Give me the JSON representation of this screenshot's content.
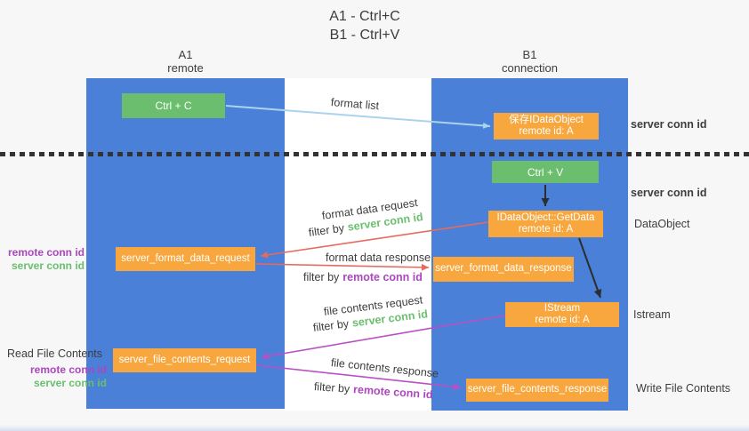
{
  "title": {
    "line1": "A1 - Ctrl+C",
    "line2": "B1 - Ctrl+V"
  },
  "lanes": {
    "left": {
      "name": "A1",
      "role": "remote"
    },
    "right": {
      "name": "B1",
      "role": "connection"
    }
  },
  "nodes": {
    "ctrl_c": {
      "label": "Ctrl + C"
    },
    "ctrl_v": {
      "label": "Ctrl + V"
    },
    "save_dataobject": {
      "line1": "保存IDataObject",
      "line2": "remote id: A"
    },
    "getdata": {
      "line1": "IDataObject::GetData",
      "line2": "remote id: A"
    },
    "istream": {
      "line1": "IStream",
      "line2": "remote id: A"
    },
    "format_request": {
      "label": "server_format_data_request"
    },
    "format_response": {
      "label": "server_format_data_response"
    },
    "file_request": {
      "label": "server_file_contents_request"
    },
    "file_response": {
      "label": "server_file_contents_response"
    }
  },
  "edge_labels": {
    "format_list": "format list",
    "format_data_request": "format data request",
    "format_data_response": "format data response",
    "file_contents_request": "file contents request",
    "file_contents_response": "file contents response",
    "filter_by": "filter by",
    "server_conn_id": "server conn id",
    "remote_conn_id": "remote conn id"
  },
  "side_labels": {
    "right_server_conn_id_top": "server conn id",
    "right_server_conn_id_mid": "server conn id",
    "dataobject": "DataObject",
    "istream": "Istream",
    "write_file_contents": "Write File Contents",
    "read_file_contents": "Read File Contents",
    "left_remote_conn_id_top": "remote conn id",
    "left_server_conn_id_top": "server conn id",
    "left_remote_conn_id_bottom": "remote conn id",
    "left_server_conn_id_bottom": "server conn id"
  },
  "colors": {
    "lane_blue": "#4a80d8",
    "box_green": "#6abe6d",
    "box_orange": "#f7a73e",
    "arrow_light_blue": "#a9d3ef",
    "arrow_red": "#e8695d",
    "arrow_magenta": "#ba4fc4",
    "arrow_black": "#2d2d2d",
    "text_green": "#6abf6e",
    "text_purple": "#ab47bc",
    "text_dark": "#3d3d3d"
  }
}
